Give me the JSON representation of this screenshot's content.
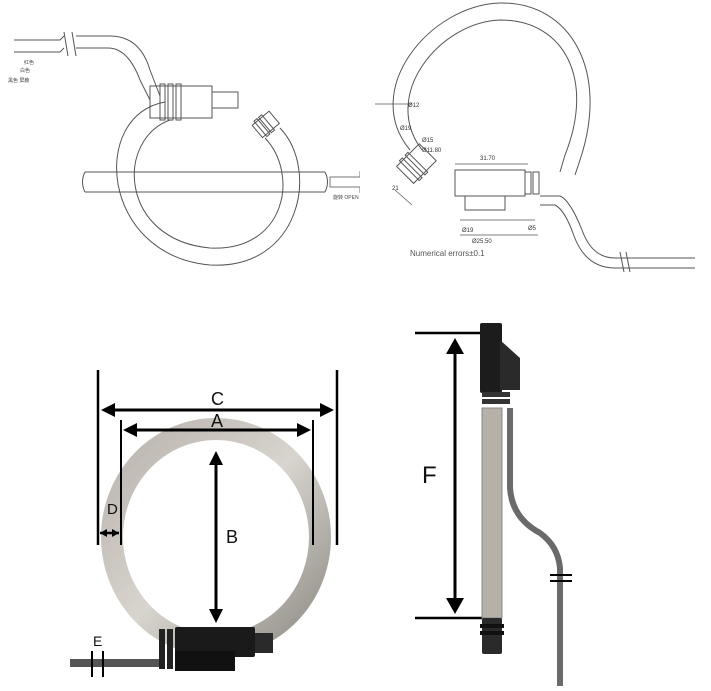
{
  "top_left": {
    "tag_line1": "红色",
    "tag_line2": "白色",
    "tag_line3": "黑色 屏蔽",
    "arrow_caption": "旋转 OPEN"
  },
  "top_right": {
    "dim_12": "Ø12",
    "dim_19a": "Ø19",
    "dim_15": "Ø15",
    "dim_1180": "Ø11.80",
    "dim_21": "21",
    "dim_3170": "31.70",
    "dim_19b": "Ø19",
    "dim_5": "Ø5",
    "dim_2550": "Ø25.50",
    "note": "Numerical errors±0.1"
  },
  "bottom_left": {
    "label_c": "C",
    "label_a": "A",
    "label_b": "B",
    "label_d": "D",
    "label_e": "E"
  },
  "bottom_right": {
    "label_f": "F"
  }
}
